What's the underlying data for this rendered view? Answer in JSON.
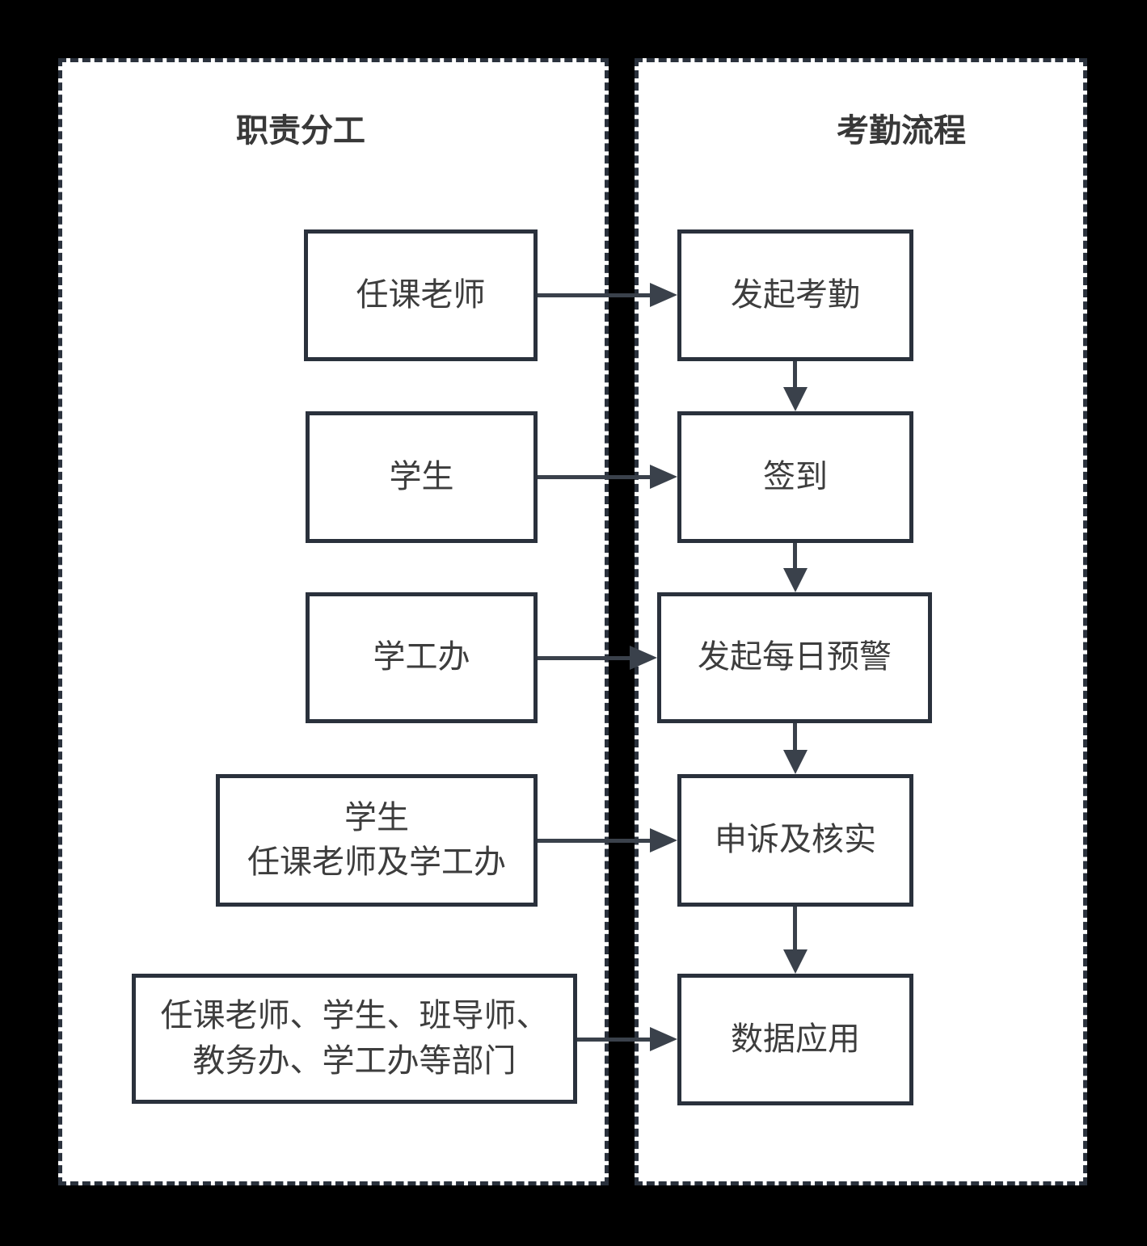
{
  "colors": {
    "background": "#000000",
    "panel_bg": "#ffffff",
    "line": "#2a313c",
    "arrow": "#3a414b",
    "text": "#3d3d3d",
    "title_text": "#383838"
  },
  "diagram": {
    "left_panel": {
      "title": "职责分工",
      "boxes": [
        {
          "label": "任课老师"
        },
        {
          "label": "学生"
        },
        {
          "label": "学工办"
        },
        {
          "label": "学生\n任课老师及学工办"
        },
        {
          "label": "任课老师、学生、班导师、\n教务办、学工办等部门"
        }
      ]
    },
    "right_panel": {
      "title": "考勤流程",
      "boxes": [
        {
          "label": "发起考勤"
        },
        {
          "label": "签到"
        },
        {
          "label": "发起每日预警"
        },
        {
          "label": "申诉及核实"
        },
        {
          "label": "数据应用"
        }
      ]
    }
  }
}
